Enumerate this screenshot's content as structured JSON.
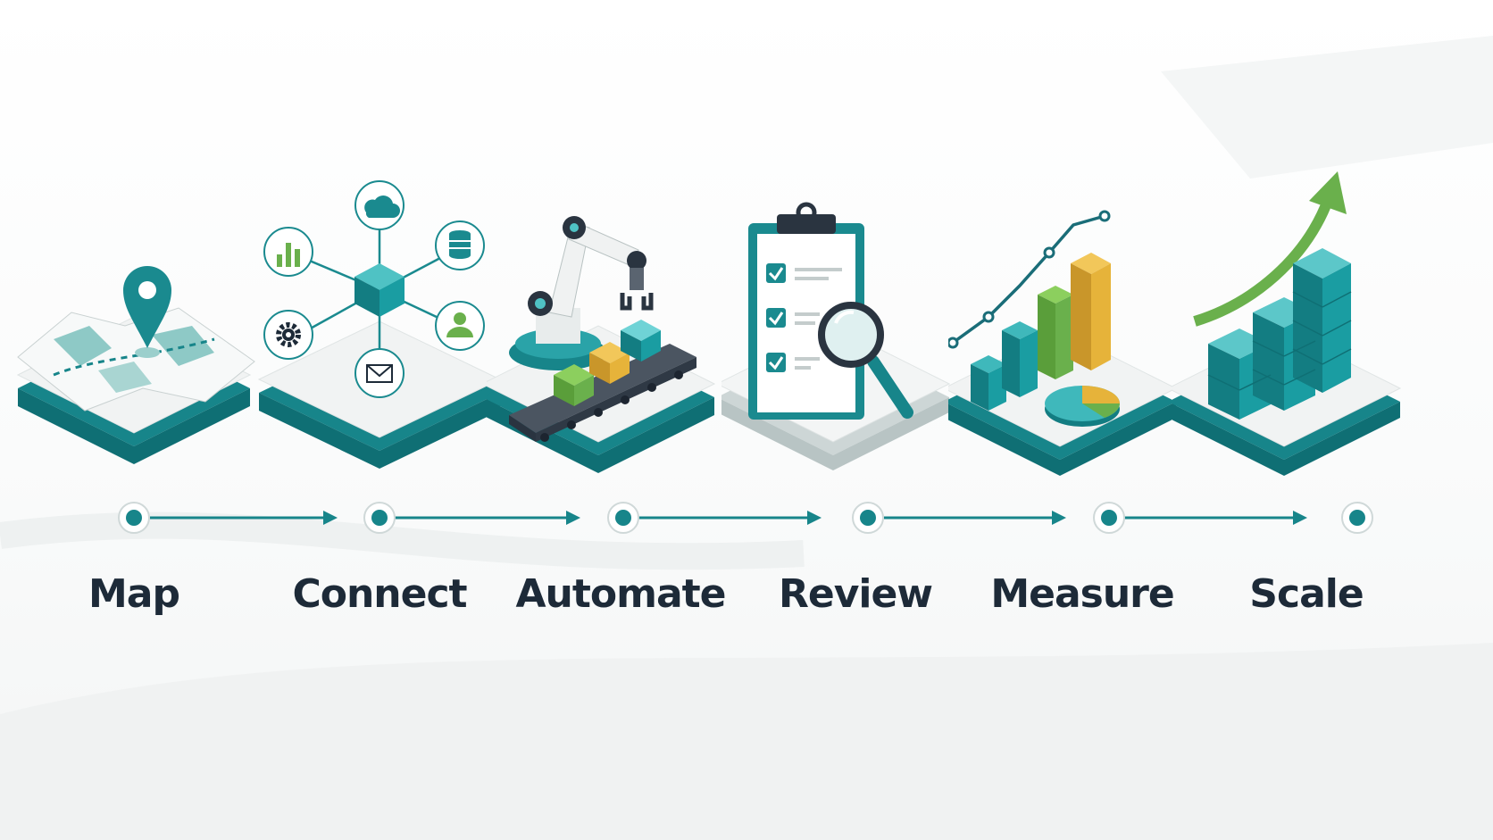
{
  "colors": {
    "teal": "#1a8a8f",
    "teal_dark": "#0f6f74",
    "navy": "#1d2a38",
    "green": "#6ab04c",
    "yellow": "#e6b33a",
    "platform_top": "#f1f3f3",
    "platform_side": "#17858a"
  },
  "steps": [
    {
      "label": "Map",
      "icon": "map-pin-icon"
    },
    {
      "label": "Connect",
      "icon": "network-hub-icon"
    },
    {
      "label": "Automate",
      "icon": "robot-arm-icon"
    },
    {
      "label": "Review",
      "icon": "clipboard-magnifier-icon"
    },
    {
      "label": "Measure",
      "icon": "bar-chart-icon"
    },
    {
      "label": "Scale",
      "icon": "growth-cubes-icon"
    }
  ]
}
